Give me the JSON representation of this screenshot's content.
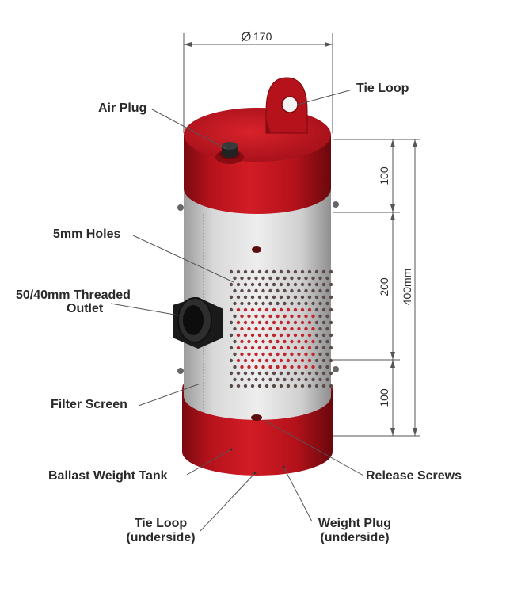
{
  "diagram": {
    "dimensions": {
      "diameter": "170",
      "top_section": "100",
      "middle_section": "200",
      "bottom_section": "100",
      "total_height": "400mm"
    },
    "labels": {
      "tie_loop_top": "Tie Loop",
      "air_plug": "Air Plug",
      "holes": "5mm Holes",
      "outlet_line1": "50/40mm Threaded",
      "outlet_line2": "Outlet",
      "filter_screen": "Filter Screen",
      "ballast_tank": "Ballast Weight Tank",
      "release_screws": "Release Screws",
      "tie_loop_bottom_line1": "Tie Loop",
      "tie_loop_bottom_line2": "(underside)",
      "weight_plug_line1": "Weight Plug",
      "weight_plug_line2": "(underside)"
    },
    "colors": {
      "red_body": "#b5121b",
      "red_dark": "#7a0a10",
      "screen": "#d7d7d7",
      "screen_dark": "#a9a9a9",
      "hole": "#5a1a1a",
      "outlet": "#1a1a1a"
    }
  }
}
